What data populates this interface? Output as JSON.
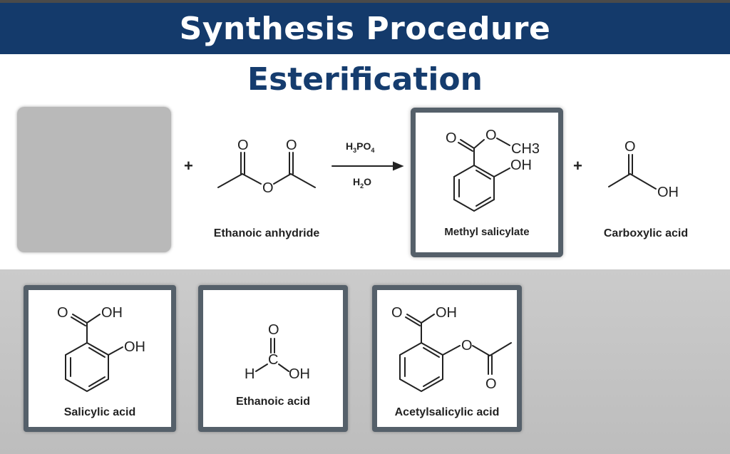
{
  "header": {
    "title": "Synthesis Procedure"
  },
  "section": {
    "title": "Esterification"
  },
  "reaction": {
    "plus_1": "+",
    "plus_2": "+",
    "conditions_top": {
      "prefix": "H",
      "sub1": "3",
      "mid": "PO",
      "sub2": "4"
    },
    "conditions_bottom": {
      "prefix": "H",
      "sub1": "2",
      "mid": "O"
    },
    "reactant_2": {
      "label": "Ethanoic anhydride",
      "atoms": {
        "o1": "O",
        "o2": "O",
        "o3": "O"
      }
    },
    "product_1": {
      "label": "Methyl salicylate",
      "atoms": {
        "o_carbonyl": "O",
        "o_ester": "O",
        "ch3": "CH3",
        "oh": "OH"
      }
    },
    "product_2": {
      "label": "Carboxylic acid",
      "atoms": {
        "o": "O",
        "oh": "OH"
      }
    }
  },
  "options": [
    {
      "label": "Salicylic acid",
      "atoms": {
        "o": "O",
        "oh1": "OH",
        "oh2": "OH"
      }
    },
    {
      "label": "Ethanoic acid",
      "atoms": {
        "o": "O",
        "c": "C",
        "h": "H",
        "oh": "OH"
      }
    },
    {
      "label": "Acetylsalicylic acid",
      "atoms": {
        "o1": "O",
        "oh": "OH",
        "o2": "O",
        "o3": "O"
      }
    }
  ]
}
